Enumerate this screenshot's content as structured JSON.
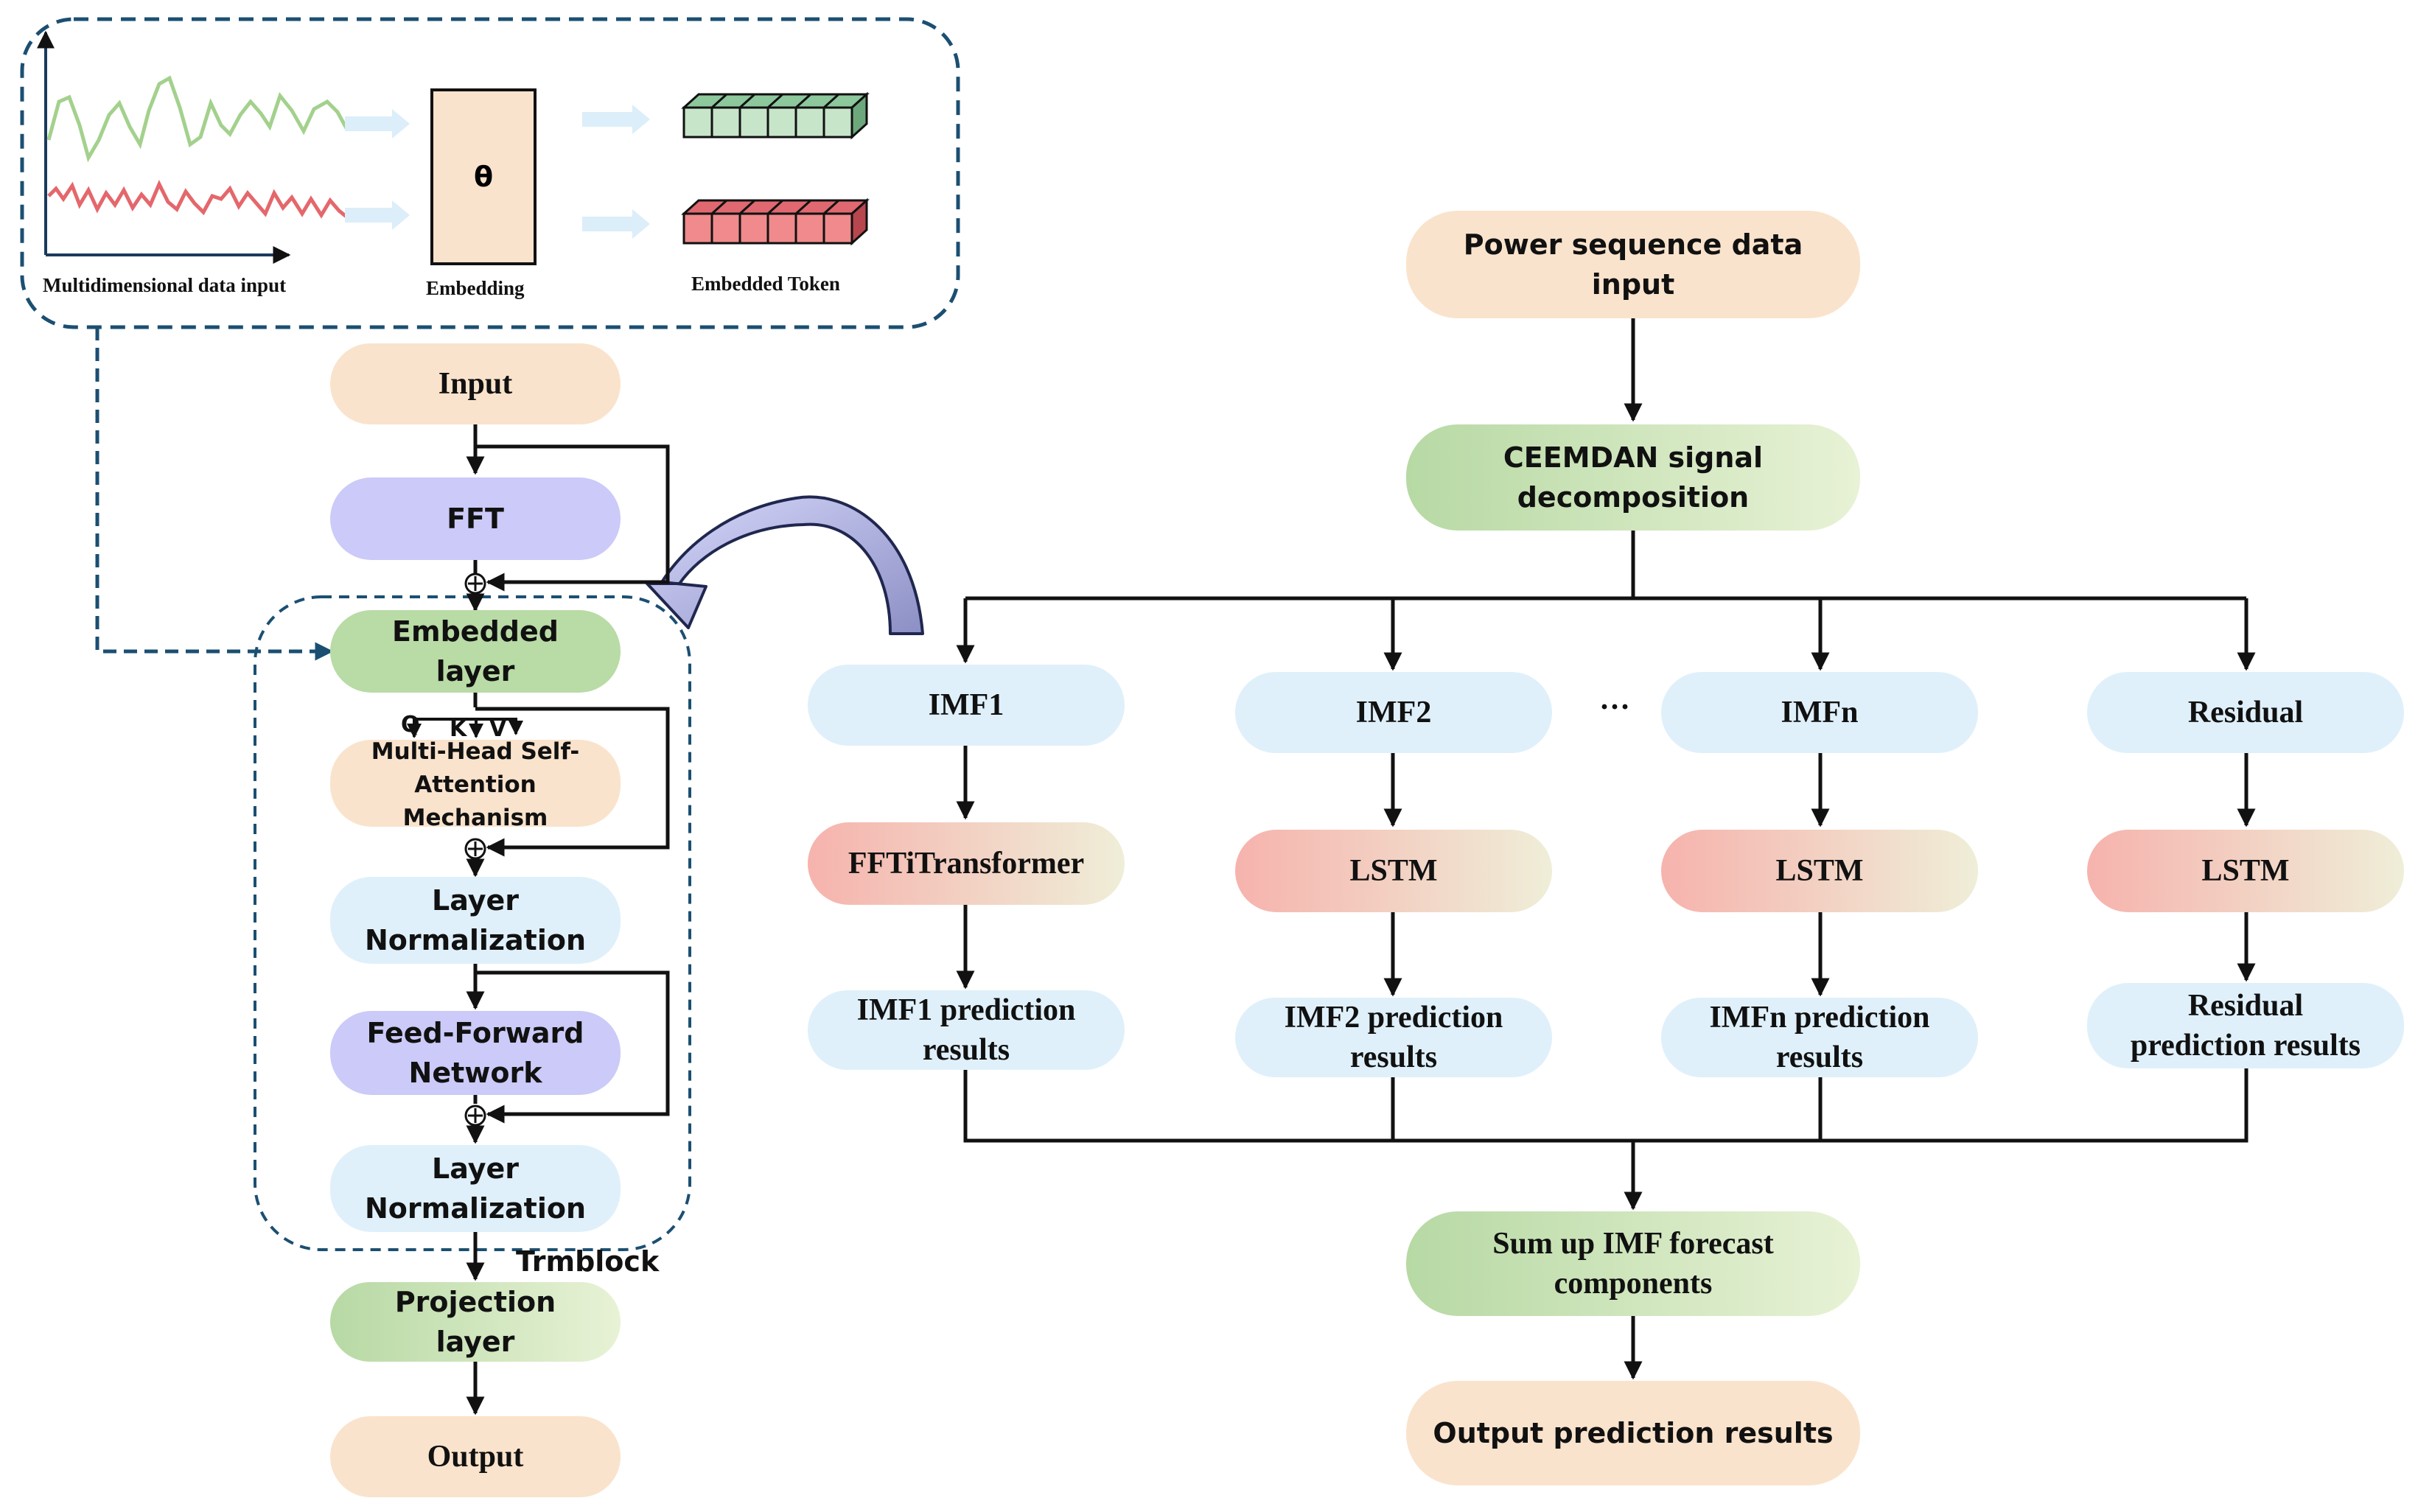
{
  "embedding_panel": {
    "input_caption": "Multidimensional data input",
    "theta_symbol": "θ",
    "embedding_caption": "Embedding",
    "token_caption": "Embedded Token"
  },
  "fft_itransformer": {
    "input": "Input",
    "fft": "FFT",
    "embedded_layer": [
      "Embedded",
      "layer"
    ],
    "qkv": [
      "Q",
      "K",
      "V"
    ],
    "attention": [
      "Multi-Head Self-",
      "Attention",
      "Mechanism"
    ],
    "layer_norm_1": [
      "Layer",
      "Normalization"
    ],
    "feed_forward": [
      "Feed-Forward",
      "Network"
    ],
    "layer_norm_2": [
      "Layer",
      "Normalization"
    ],
    "block_label": "Trmblock",
    "projection": [
      "Projection",
      "layer"
    ],
    "output": "Output"
  },
  "pipeline": {
    "power_input": [
      "Power sequence data",
      "input"
    ],
    "ceemdan": [
      "CEEMDAN signal",
      "decomposition"
    ],
    "ellipsis": "···",
    "columns": [
      {
        "component": "IMF1",
        "model": "FFTiTransformer",
        "result": [
          "IMF1 prediction",
          "results"
        ]
      },
      {
        "component": "IMF2",
        "model": "LSTM",
        "result": [
          "IMF2 prediction",
          "results"
        ]
      },
      {
        "component": "IMFn",
        "model": "LSTM",
        "result": [
          "IMFn prediction",
          "results"
        ]
      },
      {
        "component": "Residual",
        "model": "LSTM",
        "result": [
          "Residual",
          "prediction results"
        ]
      }
    ],
    "sum_up": [
      "Sum up IMF forecast",
      "components"
    ],
    "output": "Output prediction results"
  }
}
